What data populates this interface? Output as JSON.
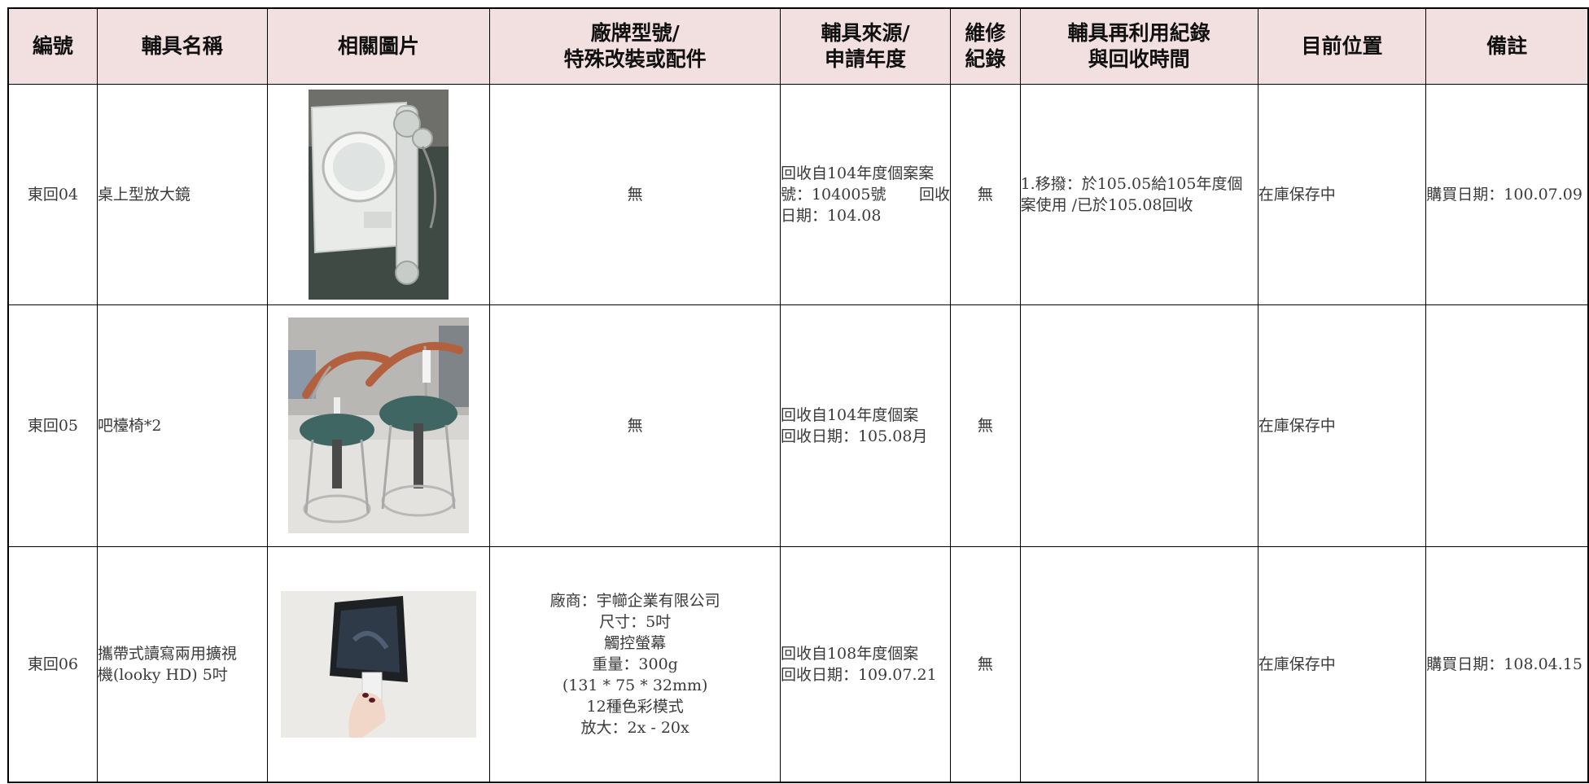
{
  "columns": [
    {
      "lines": [
        "編號"
      ]
    },
    {
      "lines": [
        "輔具名稱"
      ]
    },
    {
      "lines": [
        "相關圖片"
      ]
    },
    {
      "lines": [
        "廠牌型號/",
        "特殊改裝或配件"
      ]
    },
    {
      "lines": [
        "輔具來源/",
        "申請年度"
      ]
    },
    {
      "lines": [
        "維修",
        "紀錄"
      ]
    },
    {
      "lines": [
        "輔具再利用紀錄",
        "與回收時間"
      ]
    },
    {
      "lines": [
        "目前位置"
      ]
    },
    {
      "lines": [
        "備註"
      ]
    }
  ],
  "rows": [
    {
      "id": "東回04",
      "name_lines": [
        "桌上型放大鏡"
      ],
      "photo": "desk-magnifier-photo",
      "brand_lines": [
        "無"
      ],
      "source_lines": [
        "回收自104年度個案案",
        "號：104005號",
        "回收",
        "日期：104.08"
      ],
      "repair": "無",
      "reuse_lines": [
        "1.移撥：於105.05給105年度個",
        "案使用 /已於105.08回收"
      ],
      "location": "在庫保存中",
      "remark": "購買日期：100.07.09"
    },
    {
      "id": "東回05",
      "name_lines": [
        "吧檯椅*2"
      ],
      "photo": "bar-stools-photo",
      "brand_lines": [
        "無"
      ],
      "source_lines": [
        "回收自104年度個案",
        "回收日期：105.08月"
      ],
      "repair": "無",
      "reuse_lines": [],
      "location": "在庫保存中",
      "remark": ""
    },
    {
      "id": "東回06",
      "name_lines": [
        "攜帶式讀寫兩用擴視",
        "機(looky HD) 5吋"
      ],
      "photo": "portable-magnifier-photo",
      "brand_lines": [
        "廠商：宇幯企業有限公司",
        "尺寸：5吋",
        "觸控螢幕",
        "重量：300g",
        "(131 * 75 * 32mm)",
        "12種色彩模式",
        "放大：2x - 20x"
      ],
      "source_lines": [
        "回收自108年度個案",
        "回收日期：109.07.21"
      ],
      "repair": "無",
      "reuse_lines": [],
      "location": "在庫保存中",
      "remark": "購買日期：108.04.15"
    }
  ],
  "colors": {
    "header_bg": "#f2dfe0",
    "border": "#000000",
    "text": "#3a3a3a"
  }
}
